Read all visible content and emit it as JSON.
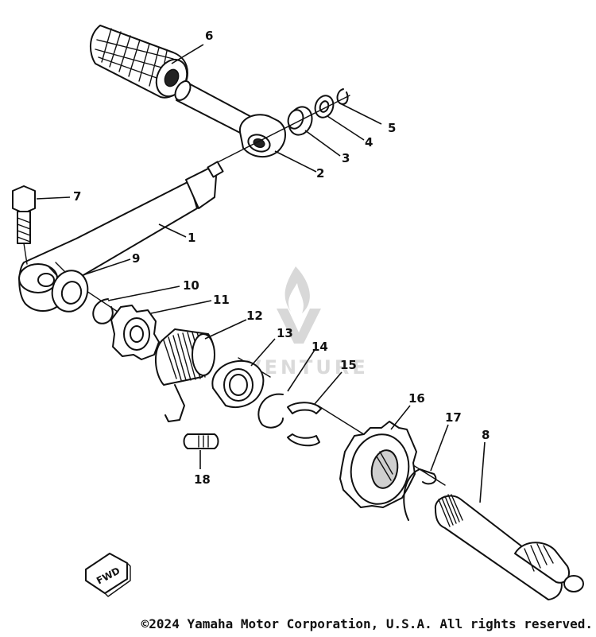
{
  "diagram": {
    "parts": [
      {
        "number": "1"
      },
      {
        "number": "2"
      },
      {
        "number": "3"
      },
      {
        "number": "4"
      },
      {
        "number": "5"
      },
      {
        "number": "6"
      },
      {
        "number": "7"
      },
      {
        "number": "8"
      },
      {
        "number": "9"
      },
      {
        "number": "10"
      },
      {
        "number": "11"
      },
      {
        "number": "12"
      },
      {
        "number": "13"
      },
      {
        "number": "14"
      },
      {
        "number": "15"
      },
      {
        "number": "16"
      },
      {
        "number": "17"
      },
      {
        "number": "18"
      }
    ],
    "direction_marker": "FWD",
    "watermark": "VENTURE"
  },
  "footer": {
    "copyright": "©2024 Yamaha Motor Corporation, U.S.A. All rights reserved."
  }
}
